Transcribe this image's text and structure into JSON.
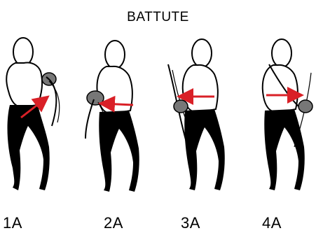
{
  "title": "BATTUTE",
  "figures": [
    {
      "label": "1A"
    },
    {
      "label": "2A"
    },
    {
      "label": "3A"
    },
    {
      "label": "4A"
    }
  ],
  "colors": {
    "ink": "#000000",
    "shield": "#777777",
    "arrow": "#d92027"
  },
  "icons": [
    "fencer-figure",
    "shield-disc",
    "direction-arrow",
    "blade"
  ]
}
